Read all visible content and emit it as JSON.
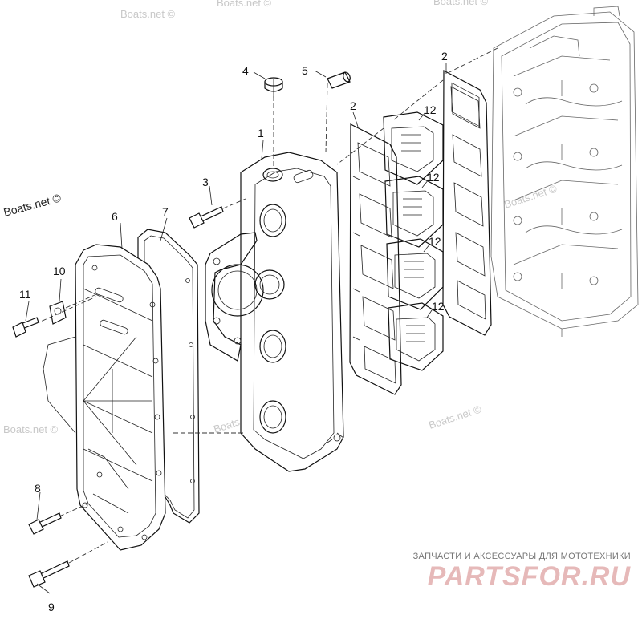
{
  "callouts": [
    {
      "id": "1",
      "label": "1"
    },
    {
      "id": "2a",
      "label": "2"
    },
    {
      "id": "2b",
      "label": "2"
    },
    {
      "id": "3",
      "label": "3"
    },
    {
      "id": "4",
      "label": "4"
    },
    {
      "id": "5",
      "label": "5"
    },
    {
      "id": "6",
      "label": "6"
    },
    {
      "id": "7",
      "label": "7"
    },
    {
      "id": "8",
      "label": "8"
    },
    {
      "id": "9",
      "label": "9"
    },
    {
      "id": "10",
      "label": "10"
    },
    {
      "id": "11",
      "label": "11"
    },
    {
      "id": "12a",
      "label": "12"
    },
    {
      "id": "12b",
      "label": "12"
    },
    {
      "id": "12c",
      "label": "12"
    },
    {
      "id": "12d",
      "label": "12"
    }
  ],
  "watermarks": {
    "main": "Boats.net ©",
    "faint": "Boats.net ©"
  },
  "banner": {
    "tagline": "ЗАПЧАСТИ И АКСЕССУАРЫ ДЛЯ МОТОТЕХНИКИ",
    "logo": "PARTSFOR.RU"
  }
}
